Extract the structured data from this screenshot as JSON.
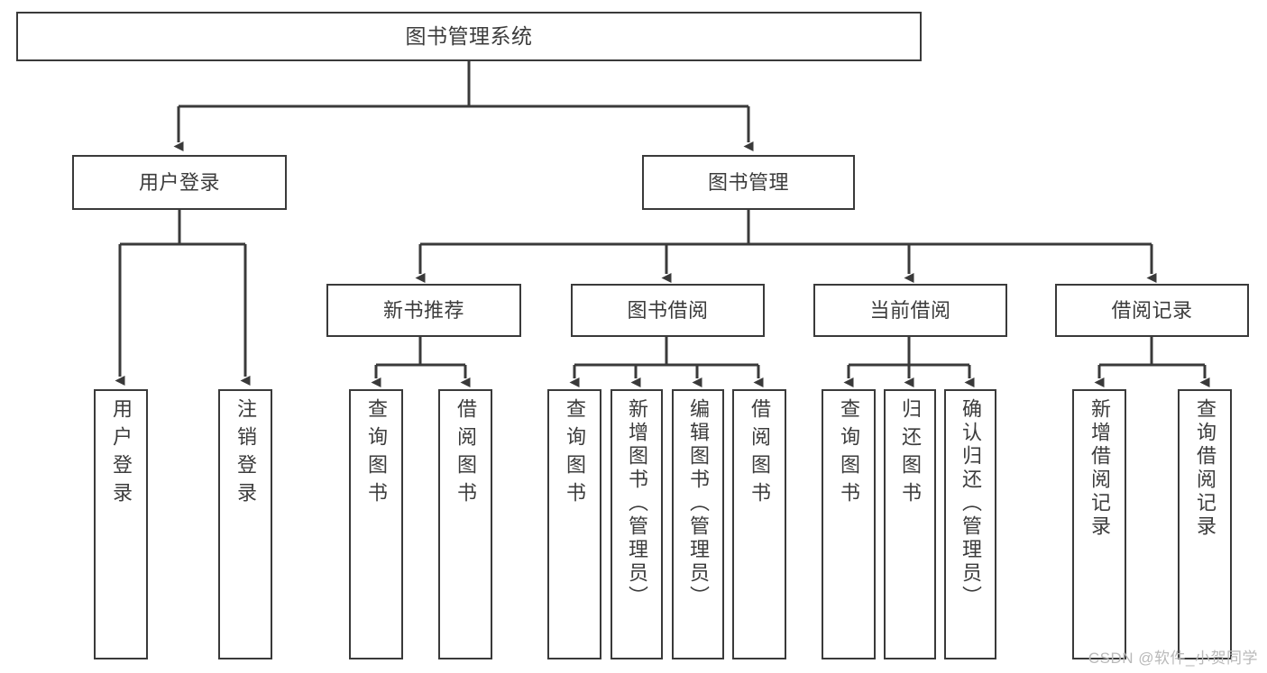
{
  "diagram": {
    "type": "tree-hierarchy-flowchart",
    "title": "图书管理系统",
    "watermark": "CSDN @软件_小贺同学",
    "colors": {
      "box_border": "#3a3a3a",
      "box_fill": "#ffffff",
      "text": "#3c3c3c",
      "connector": "#3a3a3a",
      "watermark": "#b9b9b9",
      "background": "#ffffff"
    },
    "nodes": {
      "root": {
        "label": "图书管理系统",
        "level": 0,
        "orientation": "horizontal"
      },
      "level1": [
        {
          "id": "user-login",
          "label": "用户登录",
          "orientation": "horizontal"
        },
        {
          "id": "book-management",
          "label": "图书管理",
          "orientation": "horizontal"
        }
      ],
      "level2": [
        {
          "id": "new-book-recommend",
          "label": "新书推荐",
          "orientation": "horizontal",
          "parent": "book-management"
        },
        {
          "id": "book-borrow",
          "label": "图书借阅",
          "orientation": "horizontal",
          "parent": "book-management"
        },
        {
          "id": "current-borrow",
          "label": "当前借阅",
          "orientation": "horizontal",
          "parent": "book-management"
        },
        {
          "id": "borrow-record",
          "label": "借阅记录",
          "orientation": "horizontal",
          "parent": "book-management"
        }
      ],
      "leaves": [
        {
          "id": "leaf-user-login",
          "label": "用户登录",
          "orientation": "vertical",
          "parent": "user-login"
        },
        {
          "id": "leaf-user-logout",
          "label": "注销登录",
          "orientation": "vertical",
          "parent": "user-login"
        },
        {
          "id": "leaf-query-book-1",
          "label": "查询图书",
          "orientation": "vertical",
          "parent": "new-book-recommend"
        },
        {
          "id": "leaf-borrow-book-1",
          "label": "借阅图书",
          "orientation": "vertical",
          "parent": "new-book-recommend"
        },
        {
          "id": "leaf-query-book-2",
          "label": "查询图书",
          "orientation": "vertical",
          "parent": "book-borrow"
        },
        {
          "id": "leaf-add-book",
          "label": "新增图书（管理员）",
          "orientation": "vertical",
          "parent": "book-borrow"
        },
        {
          "id": "leaf-edit-book",
          "label": "编辑图书（管理员）",
          "orientation": "vertical",
          "parent": "book-borrow"
        },
        {
          "id": "leaf-borrow-book-2",
          "label": "借阅图书",
          "orientation": "vertical",
          "parent": "book-borrow"
        },
        {
          "id": "leaf-query-book-3",
          "label": "查询图书",
          "orientation": "vertical",
          "parent": "current-borrow"
        },
        {
          "id": "leaf-return-book",
          "label": "归还图书",
          "orientation": "vertical",
          "parent": "current-borrow"
        },
        {
          "id": "leaf-confirm-return",
          "label": "确认归还（管理员）",
          "orientation": "vertical",
          "parent": "current-borrow"
        },
        {
          "id": "leaf-add-record",
          "label": "新增借阅记录",
          "orientation": "vertical",
          "parent": "borrow-record"
        },
        {
          "id": "leaf-query-record",
          "label": "查询借阅记录",
          "orientation": "vertical",
          "parent": "borrow-record"
        }
      ]
    }
  }
}
